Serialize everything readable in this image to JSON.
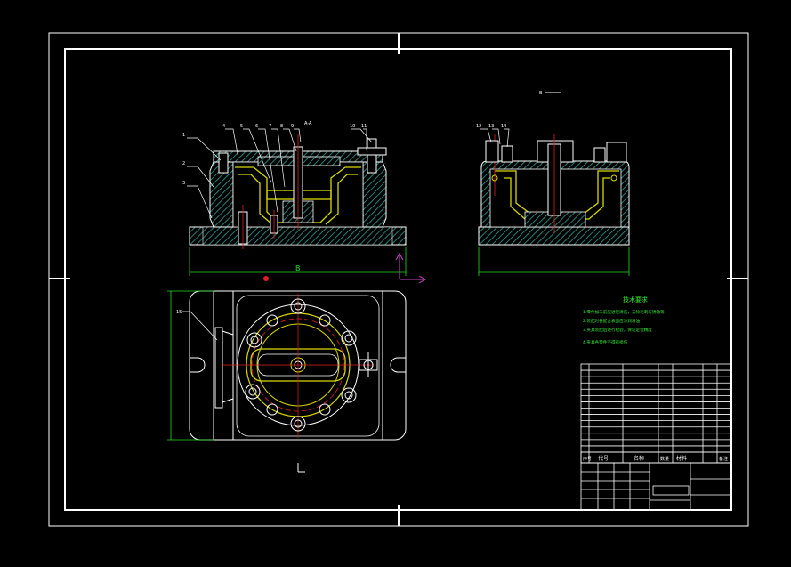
{
  "colors": {
    "background": "#000000",
    "frame": "#ffffff",
    "hatch": "#2f9e97",
    "part_yellow": "#d8d800",
    "section_red": "#e02020",
    "dimension_green": "#22dd22",
    "axis_magenta": "#cc44cc",
    "note_green": "#33ee33"
  },
  "labels": {
    "section_mark": "A-A",
    "view_mark": "B",
    "front_view_dim": "B",
    "notes_title": "技术要求",
    "notes_lines": [
      "1.零件加工前应进行清洗，去除毛刺与锈蚀等",
      "2.装配时各配合表面应涂润滑油",
      "3.夹具装配后进行检验，保证定位精度",
      "4.夹具各零件不得有损伤"
    ]
  },
  "title_block": {
    "header": [
      "序号",
      "代号",
      "名称",
      "数量",
      "材料",
      "备注"
    ],
    "row_count": 14
  }
}
